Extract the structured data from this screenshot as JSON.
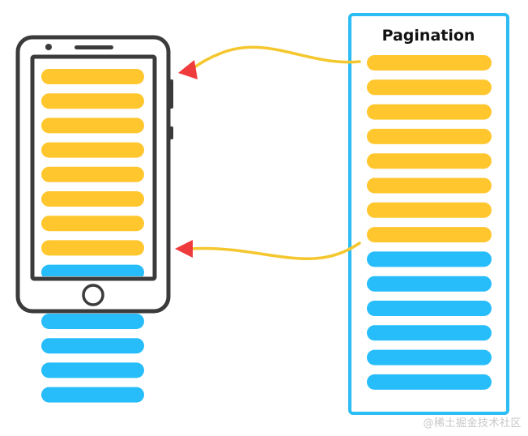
{
  "panel": {
    "title": "Pagination"
  },
  "phone": {
    "total_rows": 14,
    "rows_on_screen": 8,
    "rows_visible_loaded": 9
  },
  "list": {
    "total_rows": 14,
    "loaded_rows": 8
  },
  "watermark": {
    "text": "@稀土掘金技术社区"
  },
  "colors": {
    "loaded": "#ffc62e",
    "unloaded": "#27bdfa",
    "panel_border": "#2bbdf3",
    "phone_frame": "#3b3b3b",
    "arrow_curve": "#f5c72e",
    "arrow_head": "#ef3b3b"
  }
}
